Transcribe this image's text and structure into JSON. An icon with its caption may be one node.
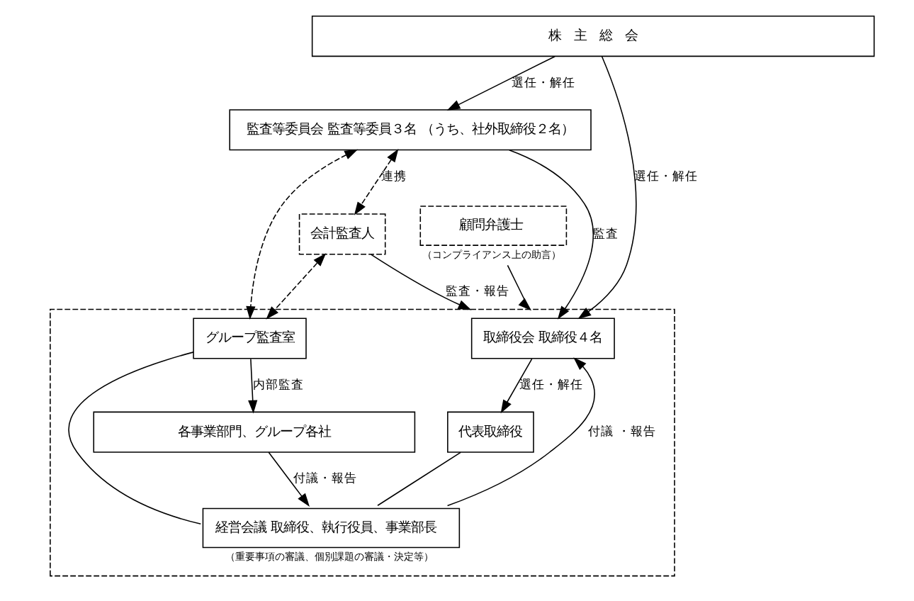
{
  "diagram": {
    "nodes": [
      {
        "text": [
          "株　主　総　会"
        ]
      },
      {
        "text": [],
        "shape": "box"
      },
      {
        "text": [
          "監査等委員会 監査等委員３名 （うち、社外取締役２名）"
        ]
      },
      {
        "text": [
          "取締役会 取締役４名"
        ],
        "in": 1
      },
      {
        "text": [
          "会計監査人"
        ]
      },
      {
        "text": [
          "代表取締役"
        ],
        "in": 1
      },
      {
        "text": [
          "グループ監査室"
        ],
        "in": 1
      },
      {
        "text": [
          "経営会議 取締役、執行役員、事業部長"
        ],
        "in": 1,
        "beside": [
          "（重要事項の審議、個別課題の審議・決定等）"
        ]
      },
      {
        "text": [
          "顧問弁護士"
        ],
        "beside": [
          "（コンプライアンス上の助言）"
        ]
      },
      {
        "text": [
          "各事業部門、グループ各社"
        ],
        "in": 1
      }
    ],
    "edges": [
      {
        "from": 0,
        "to": 2,
        "arrow": "to",
        "label": "選任・解任"
      },
      {
        "from": 0,
        "to": 3,
        "arrow": "to",
        "label": "選任・解任"
      },
      {
        "from": 2,
        "to": 3,
        "arrow": "to",
        "label": "監査"
      },
      {
        "from": 3,
        "to": 5,
        "arrow": "to",
        "label": "選任・解任"
      },
      {
        "from": 7,
        "to": 3,
        "arrow": "to",
        "label": "付議 ・報告"
      },
      {
        "from": 2,
        "to": 4,
        "arrow": "both",
        "style": "dashed",
        "label": "連携"
      },
      {
        "from": 2,
        "to": 6,
        "arrow": "both",
        "style": "dashed"
      },
      {
        "from": 4,
        "to": 6,
        "arrow": "both",
        "style": "dashed"
      },
      {
        "from": 4,
        "to": 1,
        "arrow": "to",
        "label": "監査・報告"
      },
      {
        "from": 8,
        "to": 1,
        "arrow": "to"
      },
      {
        "from": 6,
        "to": 9,
        "arrow": "to",
        "label": "内部監査"
      },
      {
        "from": 9,
        "to": 7,
        "arrow": "to",
        "label": "付議・報告"
      },
      {
        "from": 5,
        "to": 7,
        "arrow": "none"
      },
      {
        "from": 6,
        "to": 7,
        "arrow": "none"
      }
    ]
  }
}
